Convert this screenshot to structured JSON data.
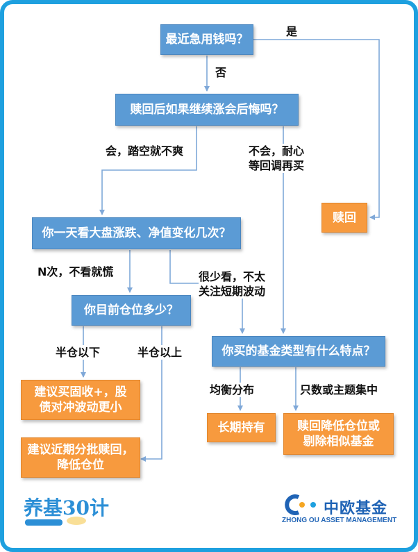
{
  "nodes": {
    "q1": "最近急用钱吗？",
    "q2": "赎回后如果继续涨会后悔吗？",
    "q3": "你一天看大盘涨跌、净值变化几次？",
    "q4": "你目前仓位多少？",
    "q5": "你买的基金类型有什么特点？",
    "redeem": "赎回",
    "advice_fixed": "建议买固收+，股\n债对冲波动更小",
    "advice_batch": "建议近期分批赎回，\n降低仓位",
    "hold": "长期持有",
    "reduce": "赎回降低仓位或\n剔除相似基金"
  },
  "labels": {
    "yes": "是",
    "no": "否",
    "will_regret": "会，踏空就不爽",
    "wont_regret": "不会，耐心\n等回调再买",
    "n_times": "N次，不看就慌",
    "rarely": "很少看，不太\n关注短期波动",
    "below_half": "半仓以下",
    "above_half": "半仓以上",
    "balanced": "均衡分布",
    "few_themes": "只数或主题集中"
  },
  "logos": {
    "left_brand": "养基30计",
    "right_brand": "中欧基金",
    "right_brand_en": "ZHONG OU ASSET MANAGEMENT"
  },
  "colors": {
    "frame": "#1ea0df",
    "question_box": "#5b9bd5",
    "answer_box": "#f79a3e",
    "line": "#7fa8d8"
  }
}
